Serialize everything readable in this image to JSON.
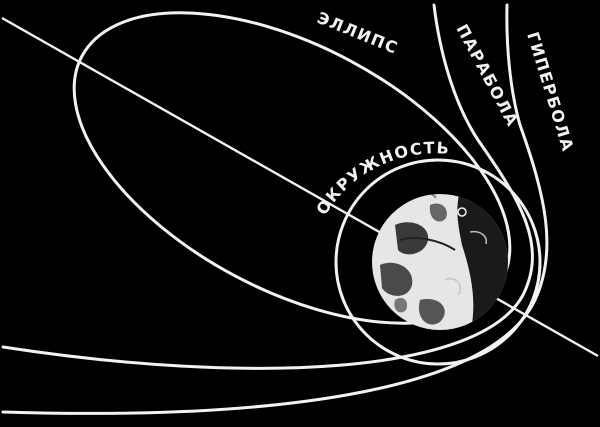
{
  "labels": {
    "ellipse": "ЭЛЛИПС",
    "parabola": "ПАРАБОЛА",
    "hyperbola": "ГИПЕРБОЛА",
    "circle": "ОКРУЖНОСТЬ"
  },
  "colors": {
    "background": "#000000",
    "lines": "#f2f2f2",
    "planet_light": "#e6e6e6",
    "planet_dark": "#1a1a1a"
  }
}
